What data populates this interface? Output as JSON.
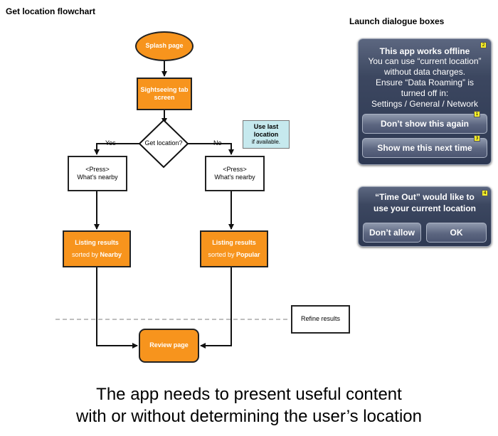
{
  "flowchart": {
    "title": "Get location flowchart",
    "splash": "Splash page",
    "sightseeing": [
      "Sightseeing tab",
      "screen"
    ],
    "decision": "Get location?",
    "yes_label": "Yes",
    "no_label": "No",
    "use_last": {
      "title": [
        "Use last",
        "location"
      ],
      "note": "if available."
    },
    "press_left": [
      "<Press>",
      "What's nearby"
    ],
    "press_right": [
      "<Press>",
      "What's nearby"
    ],
    "listing_left": {
      "title": "Listing results",
      "prefix": "sorted by ",
      "sort": "Nearby"
    },
    "listing_right": {
      "title": "Listing results",
      "prefix": "sorted by ",
      "sort": "Popular"
    },
    "refine": "Refine results",
    "review": "Review page"
  },
  "dialogs": {
    "heading": "Launch dialogue boxes",
    "offline": {
      "title": "This app works offline",
      "lines": [
        "You can use “current location”",
        "without data charges.",
        "Ensure “Data Roaming” is",
        "turned off in:",
        "Settings / General / Network"
      ],
      "buttons": [
        "Don’t show this again",
        "Show me this next time"
      ],
      "markers": [
        "2",
        "1",
        "3"
      ]
    },
    "location": {
      "title": [
        "“Time Out” would like to",
        "use your current location"
      ],
      "buttons": [
        "Don’t allow",
        "OK"
      ],
      "marker": "4"
    }
  },
  "caption": [
    "The app needs to present useful content",
    "with or without determining the user’s location"
  ],
  "colors": {
    "orange": "#f7941d",
    "info": "#c6e9ee",
    "dialog": "#3c4760",
    "marker": "#f7ef2a"
  }
}
